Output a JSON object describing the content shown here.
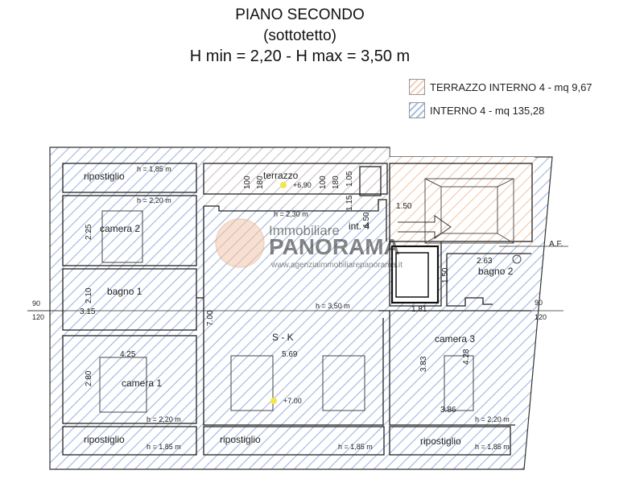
{
  "title": {
    "line1": "PIANO SECONDO",
    "line2": "(sottotetto)",
    "line3": "H min = 2,20 - H max = 3,50 m"
  },
  "legend": {
    "terrazzo": "TERRAZZO INTERNO 4 - mq 9,67",
    "interno": "INTERNO 4 - mq 135,28",
    "colors": {
      "terrazzo": "#f3d2ba",
      "interno": "#a9bfe3"
    }
  },
  "watermark": {
    "top": "Immobiliare",
    "main": "PANORAMA",
    "url": "www.agenziaimmobiliarepanorama.it"
  },
  "rooms": {
    "ripostiglio_tl": "ripostiglio",
    "terrazzo": "terrazzo",
    "camera2": "camera 2",
    "bagno1": "bagno 1",
    "camera1": "camera 1",
    "ripostiglio_bl": "ripostiglio",
    "sk": "S - K",
    "ripostiglio_bm": "ripostiglio",
    "int4": "int. 4",
    "bagno2": "bagno 2",
    "camera3": "camera 3",
    "ripostiglio_br": "ripostiglio"
  },
  "heights": {
    "rip_tl": "h = 1,85 m",
    "cam2": "h = 2,20 m",
    "sk_top": "h = 2,30 m",
    "sk_mid": "h = 3,50 m",
    "cam1": "h = 2,20 m",
    "cam3": "h = 2,20 m",
    "rip_bl": "h = 1,85 m",
    "rip_bm": "h = 1,85 m",
    "rip_br": "h = 1,85 m"
  },
  "levels": {
    "terrazzo": "+6.90",
    "sk": "+7.00"
  },
  "dims": {
    "d225": "2.25",
    "d210": "2.10",
    "d315": "3.15",
    "d425": "4.25",
    "d280": "2.80",
    "d100a": "100",
    "d180a": "180",
    "d100b": "100",
    "d180b": "180",
    "d105": "1.05",
    "d115": "1.15",
    "d150h": "1.50",
    "d150v": "1.50",
    "d700": "7.00",
    "d569": "5.69",
    "d263": "2.63",
    "d150s": "1.50",
    "d181": "1.81",
    "d383": "3.83",
    "d428": "4.28",
    "d386": "3.86"
  },
  "section": {
    "left_top": "90",
    "left_bottom": "120",
    "right_top": "90",
    "right_bottom": "120"
  },
  "af": "A.F."
}
